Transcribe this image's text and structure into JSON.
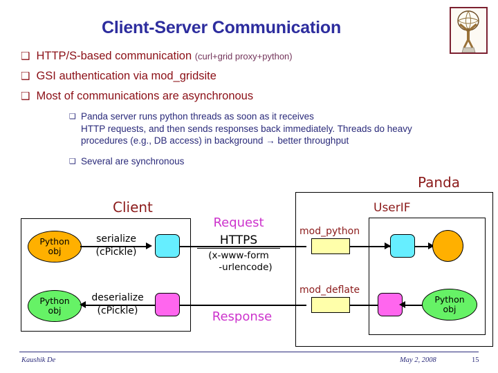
{
  "slide": {
    "title": "Client-Server Communication",
    "title_color": "#2d2d9e",
    "bullet_color": "#8b0f16",
    "subbullet_color": "#2a2a7a",
    "diagram_label_color": "#8b1a1a",
    "request_label_color": "#cc33cc"
  },
  "logo": {
    "name": "atlas-statue-logo"
  },
  "bullets": [
    {
      "marker": "❑",
      "text": "HTTP/S-based communication ",
      "note": "(curl+grid proxy+python)"
    },
    {
      "marker": "❑",
      "text": "GSI authentication via mod_gridsite",
      "note": ""
    },
    {
      "marker": "❑",
      "text": "Most of communications are asynchronous",
      "note": ""
    }
  ],
  "subbullets": [
    {
      "marker": "❑",
      "lines": [
        "Panda server runs python threads as soon as it receives",
        "HTTP requests, and then sends responses back immediately. Threads do heavy",
        "procedures (e.g., DB access) in background → better throughput"
      ]
    },
    {
      "marker": "❑",
      "lines": [
        "Several are synchronous"
      ]
    }
  ],
  "diagram": {
    "client": {
      "title": "Client",
      "top_row": {
        "source_label_1": "Python",
        "source_label_2": "obj",
        "source_color": "#ffb000",
        "edge_label_1": "serialize",
        "edge_label_2": "(cPickle)",
        "target_color": "#66eeff"
      },
      "bottom_row": {
        "source_label_1": "Python",
        "source_label_2": "obj",
        "source_color": "#66f266",
        "edge_label_1": "deserialize",
        "edge_label_2": "(cPickle)",
        "target_color": "#ff66ee"
      }
    },
    "wire": {
      "request_label": "Request",
      "protocol_label": "HTTPS",
      "encoding_line_1": "(x-www-form",
      "encoding_line_2": "-urlencode)",
      "response_label": "Response"
    },
    "panda": {
      "title": "Panda",
      "mod_python_label": "mod_python",
      "mod_deflate_label": "mod_deflate",
      "userif": {
        "title": "UserIF",
        "top_row": {
          "in_color": "#66eeff",
          "out_color": "#ffb000",
          "out_label_1": "",
          "out_label_2": ""
        },
        "bottom_row": {
          "in_color": "#ff66ee",
          "out_color": "#66f266",
          "out_label_1": "Python",
          "out_label_2": "obj"
        }
      }
    }
  },
  "footer": {
    "author": "Kaushik De",
    "date": "May 2, 2008",
    "page": "15"
  }
}
